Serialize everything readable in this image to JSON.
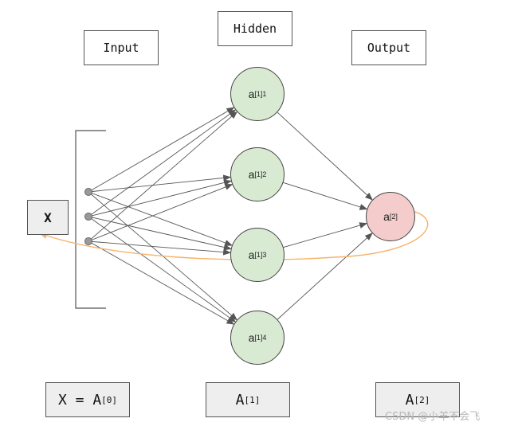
{
  "headers": {
    "input": "Input",
    "hidden": "Hidden",
    "output": "Output"
  },
  "input_box": {
    "label": "X"
  },
  "hidden_nodes": [
    {
      "base": "a",
      "sup": "[1]",
      "sub": "1"
    },
    {
      "base": "a",
      "sup": "[1]",
      "sub": "2"
    },
    {
      "base": "a",
      "sup": "[1]",
      "sub": "3"
    },
    {
      "base": "a",
      "sup": "[1]",
      "sub": "4"
    }
  ],
  "output_node": {
    "base": "a",
    "sup": "[2]"
  },
  "bottom_labels": {
    "input": {
      "base": "X = A",
      "sup": "[0]"
    },
    "hidden": {
      "base": "A",
      "sup": "[1]"
    },
    "output": {
      "base": "A",
      "sup": "[2]"
    }
  },
  "colors": {
    "hidden_fill": "#d9ead3",
    "output_fill": "#f4cccc",
    "feedback_arrow": "#f6b26b",
    "edge": "#555555"
  },
  "watermark": "CSDN @小羊不会飞"
}
